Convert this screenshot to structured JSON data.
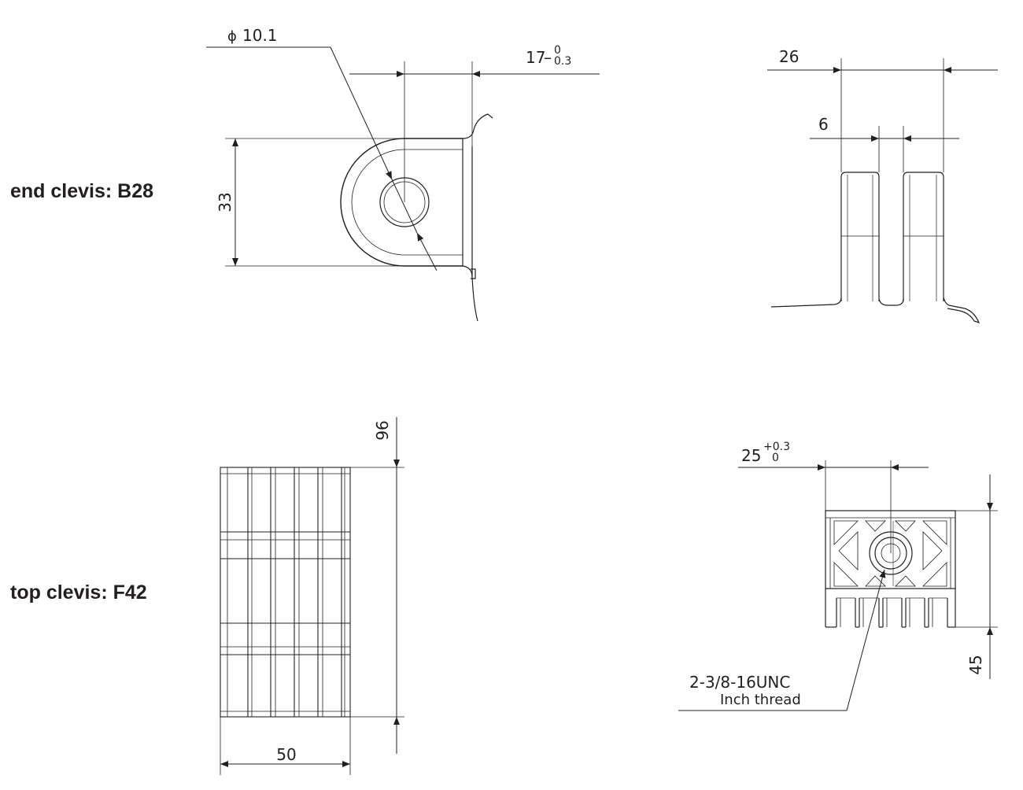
{
  "colors": {
    "ink": "#231f20",
    "background": "#ffffff"
  },
  "labels": {
    "end_clevis": "end clevis: B28",
    "top_clevis": "top clevis: F42"
  },
  "end_clevis_side": {
    "diameter_symbol": "ϕ",
    "diameter_value": "10.1",
    "offset_nominal": "17",
    "offset_tol_upper": "0",
    "offset_tol_lower": "0.3",
    "height": "33"
  },
  "end_clevis_front": {
    "width": "26",
    "slot": "6"
  },
  "top_clevis_side": {
    "height": "96",
    "width": "50"
  },
  "top_clevis_front": {
    "offset_nominal": "25",
    "offset_tol_upper": "+0.3",
    "offset_tol_lower": "0",
    "thread_spec": "2-3/8-16UNC",
    "thread_note": "Inch thread",
    "height": "45"
  }
}
